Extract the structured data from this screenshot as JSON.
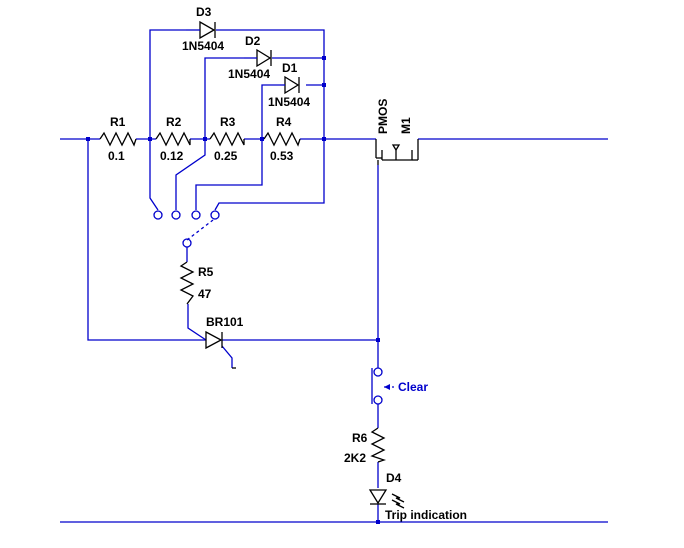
{
  "components": {
    "R1": {
      "name": "R1",
      "value": "0.1"
    },
    "R2": {
      "name": "R2",
      "value": "0.12"
    },
    "R3": {
      "name": "R3",
      "value": "0.25"
    },
    "R4": {
      "name": "R4",
      "value": "0.53"
    },
    "R5": {
      "name": "R5",
      "value": "47"
    },
    "R6": {
      "name": "R6",
      "value": "2K2"
    },
    "D1": {
      "name": "D1",
      "value": "1N5404"
    },
    "D2": {
      "name": "D2",
      "value": "1N5404"
    },
    "D3": {
      "name": "D3",
      "value": "1N5404"
    },
    "D4": {
      "name": "D4",
      "value": "Trip indication"
    },
    "M1": {
      "name": "M1",
      "value": "PMOS"
    },
    "BR101": {
      "name": "BR101"
    },
    "clear": {
      "label": "Clear"
    }
  },
  "colors": {
    "wire": "#0000cc",
    "component": "#000000",
    "background": "#ffffff"
  }
}
